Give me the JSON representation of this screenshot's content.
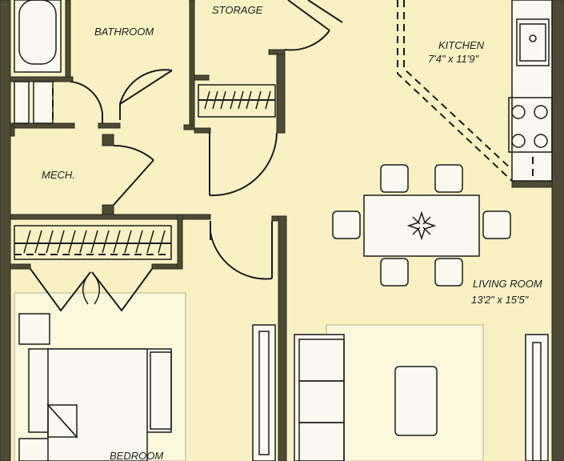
{
  "rooms": {
    "storage": "STORAGE",
    "bathroom": "BATHROOM",
    "kitchen": "KITCHEN",
    "kitchen_size": "7'4\" x 11'9\"",
    "mech": "MECH.",
    "living_room": "LIVING ROOM",
    "living_room_size": "13'2\" x 15'5\"",
    "bedroom": "BEDROOM"
  },
  "colors": {
    "floor": "#f7f1c4",
    "wall": "#4f4a36",
    "furniture": "#fbf9ef",
    "rug": "#fbf8dc"
  }
}
